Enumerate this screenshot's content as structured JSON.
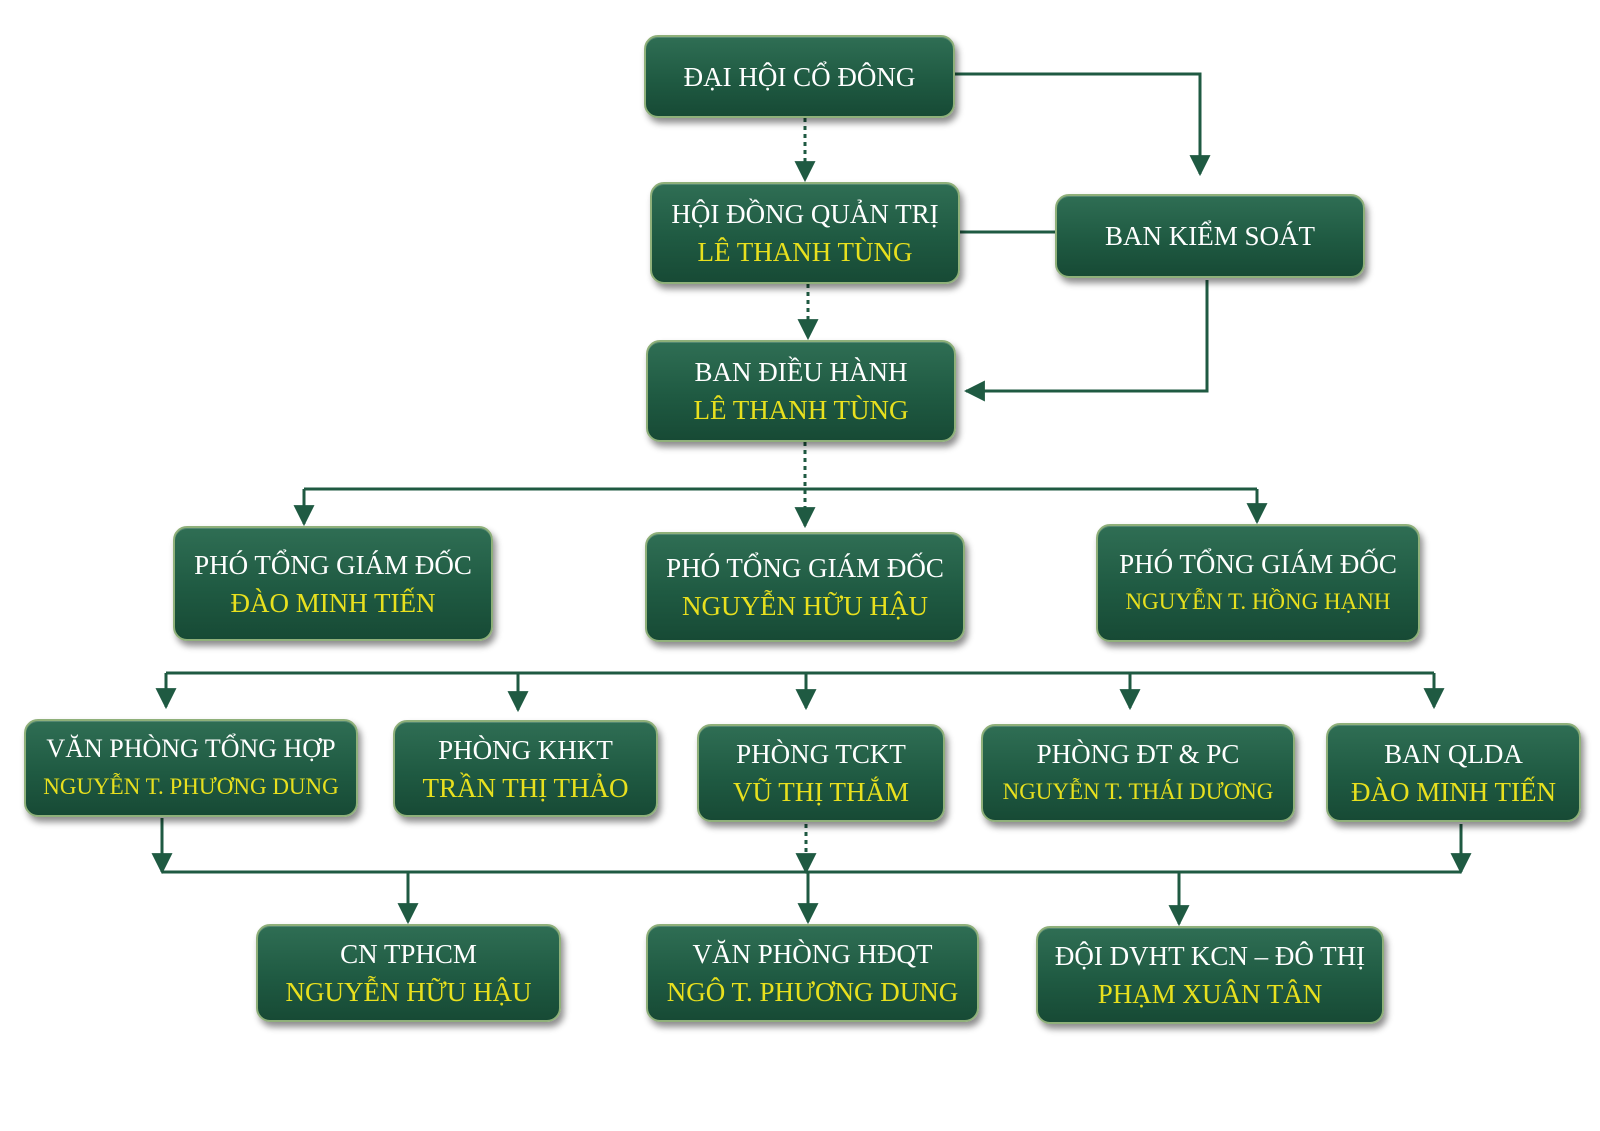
{
  "diagram": {
    "top": {
      "title": "ĐẠI HỘI CỔ ĐÔNG"
    },
    "board": {
      "title": "HỘI ĐỒNG QUẢN TRỊ",
      "name": "LÊ THANH TÙNG"
    },
    "supervisory": {
      "title": "BAN KIỂM SOÁT"
    },
    "executive": {
      "title": "BAN ĐIỀU HÀNH",
      "name": "LÊ THANH TÙNG"
    },
    "deputies": [
      {
        "title": "PHÓ TỔNG GIÁM ĐỐC",
        "name": "ĐÀO MINH TIẾN"
      },
      {
        "title": "PHÓ TỔNG GIÁM ĐỐC",
        "name": "NGUYỄN HỮU HẬU"
      },
      {
        "title": "PHÓ TỔNG GIÁM ĐỐC",
        "name": "NGUYỄN T. HỒNG HẠNH"
      }
    ],
    "departments": [
      {
        "title": "VĂN PHÒNG TỔNG HỢP",
        "name": "NGUYỄN T. PHƯƠNG DUNG"
      },
      {
        "title": "PHÒNG KHKT",
        "name": "TRẦN THỊ THẢO"
      },
      {
        "title": "PHÒNG TCKT",
        "name": "VŨ THỊ THẮM"
      },
      {
        "title": "PHÒNG ĐT & PC",
        "name": "NGUYỄN T. THÁI DƯƠNG"
      },
      {
        "title": "BAN QLDA",
        "name": "ĐÀO MINH TIẾN"
      }
    ],
    "units": [
      {
        "title": "CN TPHCM",
        "name": "NGUYỄN HỮU HẬU"
      },
      {
        "title": "VĂN PHÒNG HĐQT",
        "name": "NGÔ T. PHƯƠNG DUNG"
      },
      {
        "title": "ĐỘI DVHT KCN – ĐÔ THỊ",
        "name": "PHẠM XUÂN TÂN"
      }
    ]
  },
  "colors": {
    "box_fill": "#1f5a42",
    "box_border": "#8fb07a",
    "title_text": "#ffffff",
    "name_text": "#e8e01e",
    "connector": "#1f5a42"
  }
}
